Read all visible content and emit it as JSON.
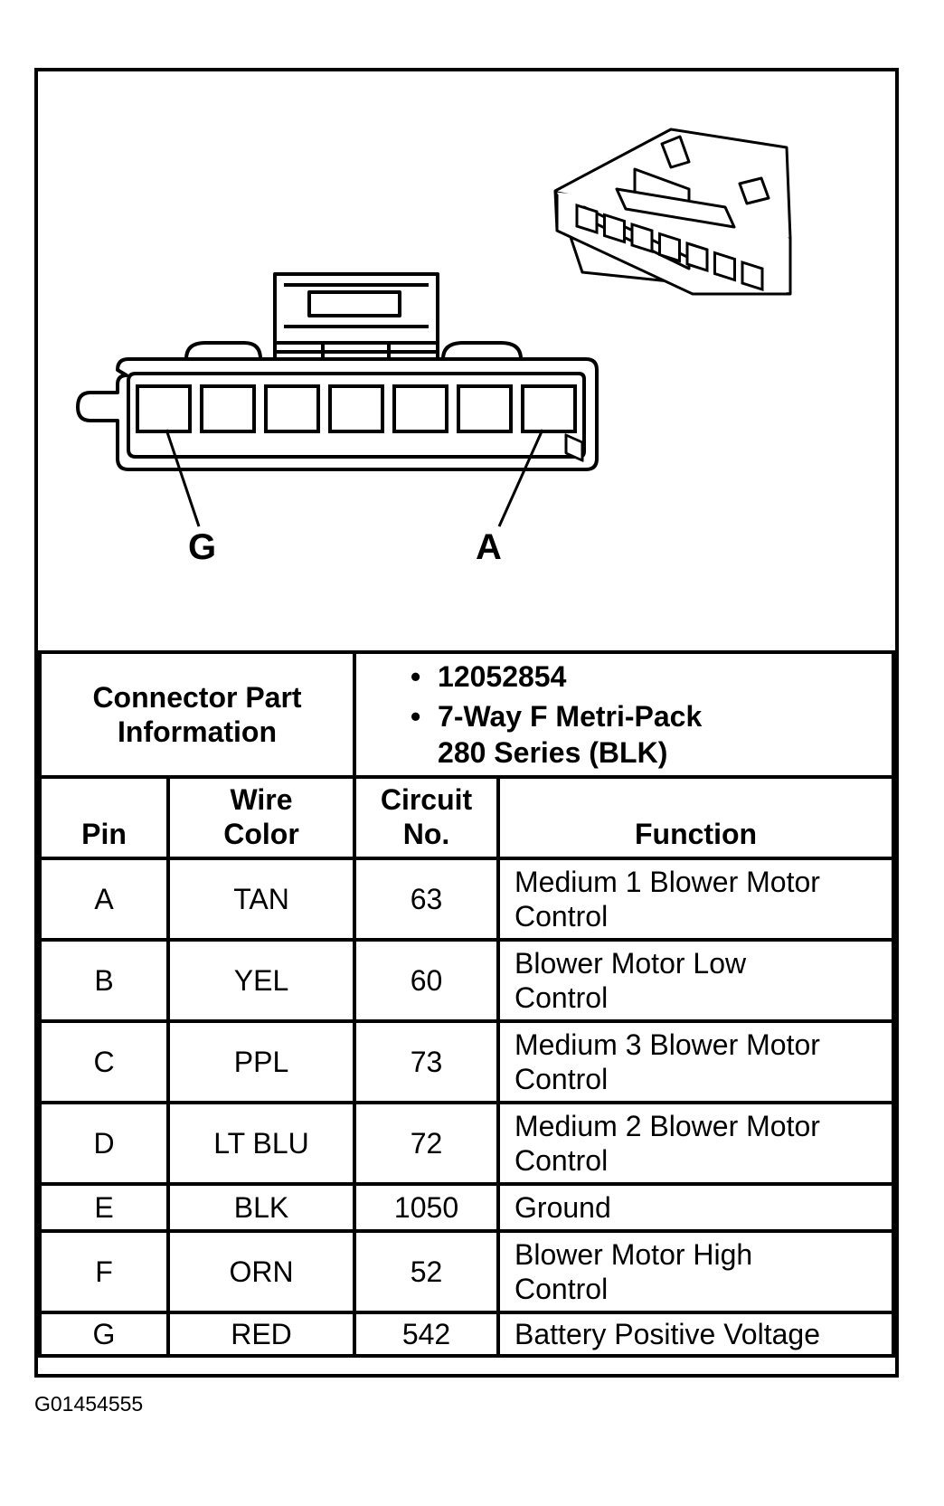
{
  "diagram": {
    "pin_labels": {
      "left": "G",
      "right": "A"
    },
    "cavity_count": 7
  },
  "connector_info": {
    "label_lines": [
      "Connector Part",
      "Information"
    ],
    "part_number": "12052854",
    "description_lines": [
      "7-Way F Metri-Pack",
      "280 Series (BLK)"
    ]
  },
  "table": {
    "headers": {
      "pin": [
        "Pin"
      ],
      "wire_color": [
        "Wire",
        "Color"
      ],
      "circuit_no": [
        "Circuit",
        "No."
      ],
      "function": [
        "Function"
      ]
    },
    "rows": [
      {
        "pin": "A",
        "wire_color": "TAN",
        "circuit": "63",
        "function": [
          "Medium 1 Blower Motor",
          "Control"
        ]
      },
      {
        "pin": "B",
        "wire_color": "YEL",
        "circuit": "60",
        "function": [
          "Blower Motor Low",
          "Control"
        ]
      },
      {
        "pin": "C",
        "wire_color": "PPL",
        "circuit": "73",
        "function": [
          "Medium 3 Blower Motor",
          "Control"
        ]
      },
      {
        "pin": "D",
        "wire_color": "LT BLU",
        "circuit": "72",
        "function": [
          "Medium 2 Blower Motor",
          "Control"
        ]
      },
      {
        "pin": "E",
        "wire_color": "BLK",
        "circuit": "1050",
        "function": [
          "Ground"
        ]
      },
      {
        "pin": "F",
        "wire_color": "ORN",
        "circuit": "52",
        "function": [
          "Blower Motor High",
          "Control"
        ]
      },
      {
        "pin": "G",
        "wire_color": "RED",
        "circuit": "542",
        "function": [
          "Battery Positive Voltage"
        ]
      }
    ]
  },
  "figure_id": "G01454555"
}
